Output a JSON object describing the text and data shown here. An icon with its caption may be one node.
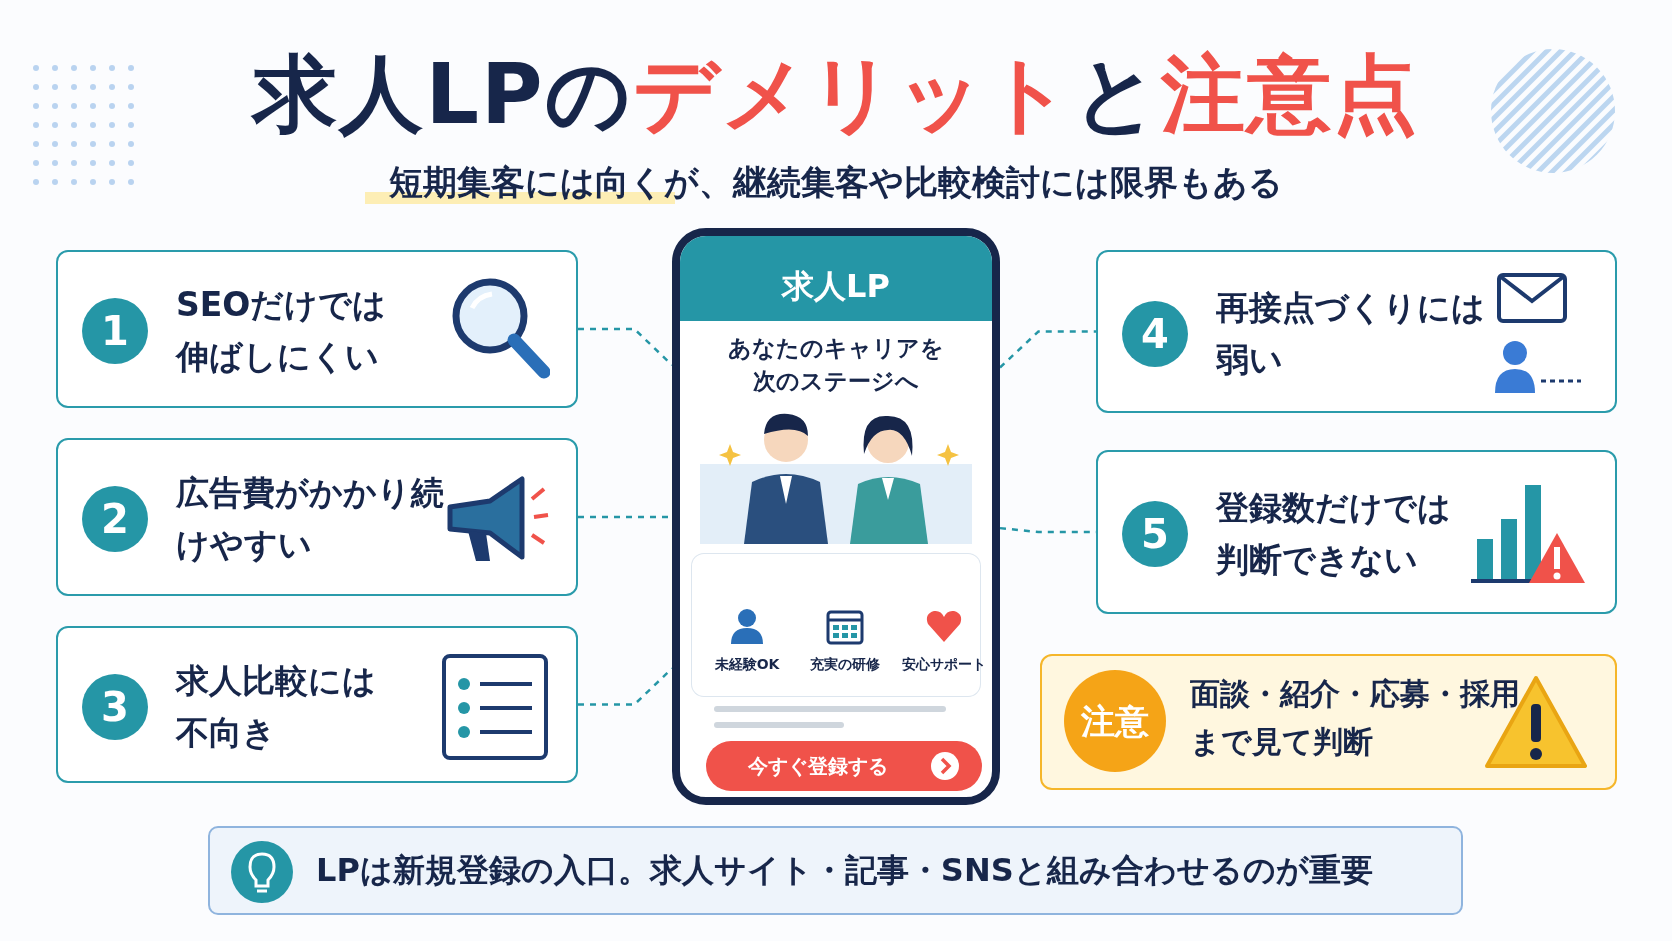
{
  "diagram": {
    "title": "求人LPの**デメリット**と**注意点**",
    "nodes": [
      {
        "text": [
          "1",
          "SEOだけでは伸ばしにくい"
        ]
      },
      {
        "text": [
          "2",
          "広告費がかかり続けやすい"
        ]
      },
      {
        "text": [
          "3",
          "求人比較には不向き"
        ]
      },
      {
        "text": [
          "求人LP",
          "あなたのキャリアを次のステージへ"
        ]
      },
      {
        "text": [
          "未経験OK"
        ],
        "in": 3
      },
      {
        "text": [
          "充実の研修"
        ],
        "in": 3
      },
      {
        "text": [
          "安心サポート"
        ],
        "in": 3
      },
      {
        "text": [
          "今すぐ登録する"
        ],
        "in": 3
      },
      {
        "text": [
          "4",
          "再接点づくりには弱い"
        ]
      },
      {
        "text": [
          "5",
          "登録数だけでは判断できない"
        ]
      },
      {
        "text": [
          "注意",
          "面談・紹介・応募・採用まで見て判断"
        ]
      },
      {
        "text": [
          "LPは新規登録の入口。求人サイト・記事・SNSと組み合わせるのが重要"
        ]
      }
    ],
    "edges": [
      {
        "from": 0,
        "to": 3,
        "arrow": "none",
        "style": "dashed"
      },
      {
        "from": 1,
        "to": 3,
        "arrow": "none",
        "style": "dashed"
      },
      {
        "from": 2,
        "to": 3,
        "arrow": "none",
        "style": "dashed"
      },
      {
        "from": 3,
        "to": 8,
        "arrow": "none",
        "style": "dashed"
      },
      {
        "from": 3,
        "to": 9,
        "arrow": "none",
        "style": "dashed"
      }
    ],
    "labels": [
      "短期集客には向くが、継続集客や比較検討には限界もある"
    ]
  }
}
